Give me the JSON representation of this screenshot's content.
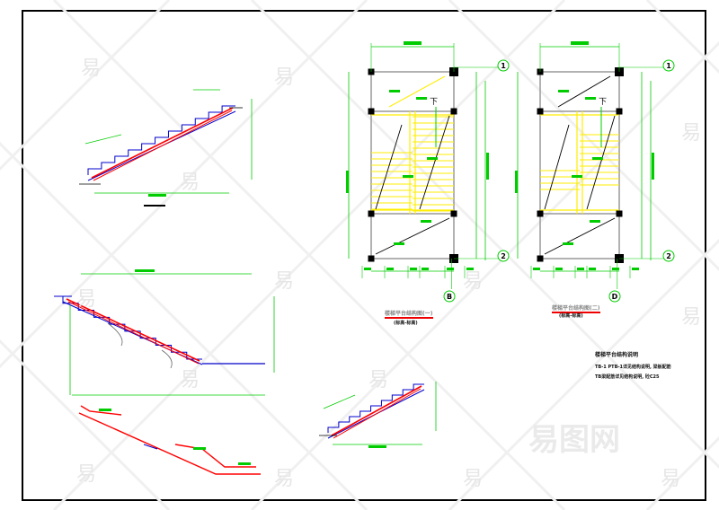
{
  "drawing": {
    "watermark": "易",
    "watermark_brand": "易图网",
    "plan_down_label": "下",
    "grid_labels": {
      "top": "1",
      "bottom": "2",
      "plan1_col": "B",
      "plan2_col": "D"
    },
    "plan1_title": "楼梯平台结构图(一)",
    "plan1_subtitle": "(标高-标高)",
    "plan2_title": "楼梯平台结构图(二)",
    "plan2_subtitle": "(标高-标高)",
    "notes_title": "楼梯平台结构说明",
    "notes": [
      "TB-1 PTB-1详见结构说明, 梁板配筋",
      "TB梁配筋详见结构说明, 砼C25"
    ]
  },
  "colors": {
    "border": "#000000",
    "dimension": "#00cc00",
    "stair": "#0000cc",
    "rebar": "#ff0000",
    "tread": "#ffee00",
    "column": "#000000"
  }
}
